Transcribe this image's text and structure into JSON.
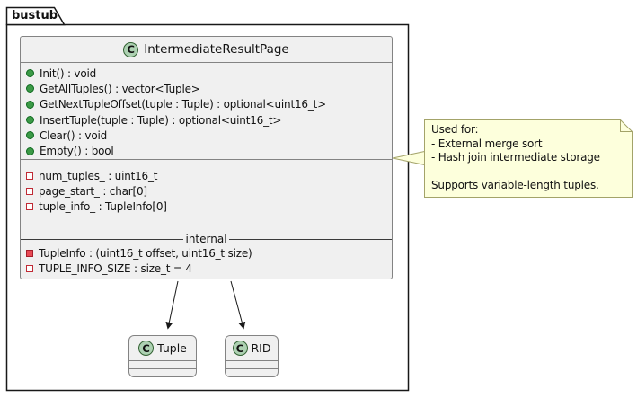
{
  "package": {
    "name": "bustub"
  },
  "main_class": {
    "stereotype_letter": "C",
    "name": "IntermediateResultPage",
    "methods": [
      {
        "icon": "dot-public",
        "label": "Init() : void"
      },
      {
        "icon": "dot-public",
        "label": "GetAllTuples() : vector<Tuple>"
      },
      {
        "icon": "dot-public",
        "label": "GetNextTupleOffset(tuple : Tuple) : optional<uint16_t>"
      },
      {
        "icon": "dot-public",
        "label": "InsertTuple(tuple : Tuple) : optional<uint16_t>"
      },
      {
        "icon": "dot-public",
        "label": "Clear() : void"
      },
      {
        "icon": "dot-public",
        "label": "Empty() : bool"
      }
    ],
    "fields": [
      {
        "icon": "sq-private",
        "label": "num_tuples_ : uint16_t"
      },
      {
        "icon": "sq-private",
        "label": "page_start_ : char[0]"
      },
      {
        "icon": "sq-private",
        "label": "tuple_info_ : TupleInfo[0]"
      }
    ],
    "separator_label": "internal",
    "internals": [
      {
        "icon": "sq-private-filled",
        "label": "TupleInfo : (uint16_t offset, uint16_t size)"
      },
      {
        "icon": "sq-private",
        "label": "TUPLE_INFO_SIZE : size_t = 4"
      }
    ]
  },
  "related_classes": [
    {
      "stereotype_letter": "C",
      "name": "Tuple"
    },
    {
      "stereotype_letter": "C",
      "name": "RID"
    }
  ],
  "note": {
    "lines": [
      "Used for:",
      "- External merge sort",
      "- Hash join intermediate storage",
      "",
      "Supports variable-length tuples."
    ]
  },
  "colors": {
    "class_fill": "#F0F0F0",
    "class_border": "#838383",
    "package_border": "#181818",
    "note_fill": "#FDFFDC",
    "note_border": "#A3A369",
    "stereotype_circle_fill": "#ADD1B2",
    "method_dot_green": "#3C9A47",
    "field_square_red": "#C02A35",
    "arrow_color": "#181818"
  }
}
